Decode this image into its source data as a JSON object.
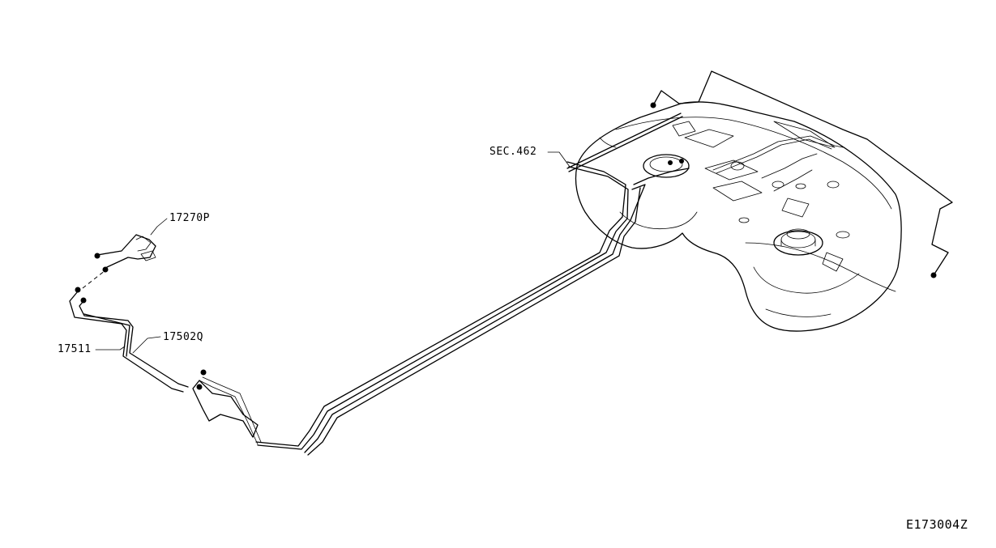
{
  "diagram": {
    "callouts": {
      "part_17270p": "17270P",
      "part_17502q": "17502Q",
      "part_17511": "17511",
      "section_ref": "SEC.462"
    },
    "figure_code": "E173004Z"
  }
}
